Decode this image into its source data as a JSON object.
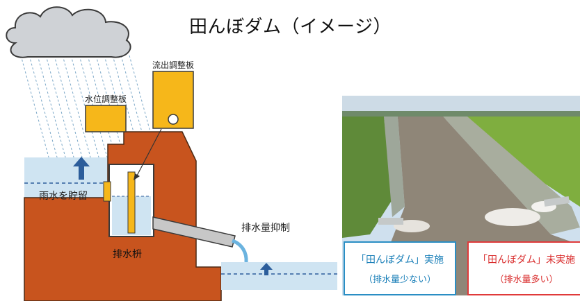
{
  "title": "田んぼダム（イメージ）",
  "diagram": {
    "labels": {
      "outflow_plate": "流出調整板",
      "water_level_plate": "水位調整板",
      "rain_storage": "雨水を貯留",
      "drain_box": "排水枡",
      "drain_suppression": "排水量抑制"
    },
    "colors": {
      "embankment": "#c8541e",
      "plate": "#f6b71a",
      "water": "#cfe4f2",
      "cloud": "#cfd2d6",
      "arrow": "#2c5d9b"
    },
    "icons": [
      "cloud-icon",
      "rain-lines",
      "up-arrow-icon"
    ]
  },
  "photo": {
    "caption_left": {
      "line1": "「田んぼダム」実施",
      "line2": "（排水量少ない）",
      "color": "#2a8ec4"
    },
    "caption_right": {
      "line1": "「田んぼダム」未実施",
      "line2": "（排水量多い）",
      "color": "#e03a3a"
    }
  }
}
